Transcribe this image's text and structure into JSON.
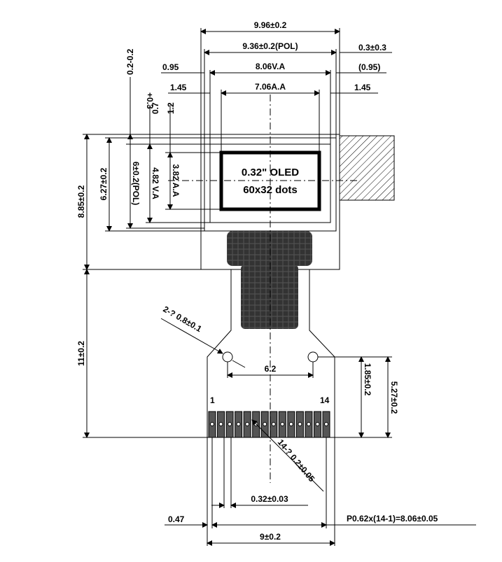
{
  "display": {
    "title": "0.32\" OLED",
    "resolution": "60x32 dots"
  },
  "dims": {
    "top_overall": "9.96±0.2",
    "top_pol": "9.36±0.2(POL)",
    "top_right_offset": "0.3±0.3",
    "left_va_offset": "0.95",
    "va_width": "8.06V.A",
    "right_va_offset": "(0.95)",
    "left_aa_offset": "1.45",
    "aa_width": "7.06A.A",
    "right_aa_offset": "1.45",
    "v_offset_1": "0.2-0.2",
    "v_offset_2": "+0.3",
    "v_offset_3": "0.7",
    "v_offset_4": "1.2",
    "overall_height": "8.85±0.2",
    "pol_height": "6.27±0.2",
    "glass_height": "6±0.2(POL)",
    "va_height": "4.82 V.A",
    "aa_height": "3.82 A.A",
    "fpc_length": "11±0.2",
    "hole_dia": "2-? 0.8±0.1",
    "hole_pitch": "6.2",
    "hole_to_edge": "1.85±0.2",
    "hole_to_end": "5.27±0.2",
    "pin_first": "1",
    "pin_last": "14",
    "pin_hole_dia": "14-? 0.2±0.05",
    "pin_width": "0.32±0.03",
    "pin_edge_offset": "0.47",
    "pin_pitch_formula": "P0.62x(14-1)=8.06±0.05",
    "fpc_width": "9±0.2"
  }
}
